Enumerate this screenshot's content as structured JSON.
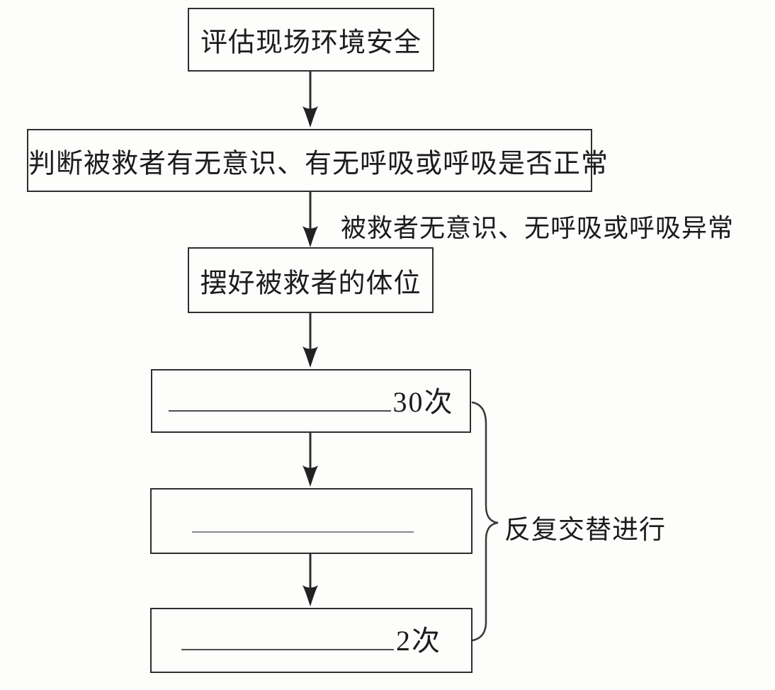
{
  "diagram": {
    "type": "flowchart",
    "language": "zh-CN",
    "nodes": [
      {
        "id": "assess-scene",
        "label": "评估现场环境安全"
      },
      {
        "id": "judge-victim",
        "label": "判断被救者有无意识、有无呼吸或呼吸是否正常"
      },
      {
        "id": "position-victim",
        "label": "摆好被救者的体位"
      },
      {
        "id": "step-blank-30",
        "label": "",
        "blank": true,
        "count": "30次"
      },
      {
        "id": "step-blank-mid",
        "label": "",
        "blank": true,
        "count": ""
      },
      {
        "id": "step-blank-2",
        "label": "",
        "blank": true,
        "count": "2次"
      }
    ],
    "edges": [
      {
        "from": "assess-scene",
        "to": "judge-victim",
        "label": ""
      },
      {
        "from": "judge-victim",
        "to": "position-victim",
        "label": "被救者无意识、无呼吸或呼吸异常"
      },
      {
        "from": "position-victim",
        "to": "step-blank-30",
        "label": ""
      },
      {
        "from": "step-blank-30",
        "to": "step-blank-mid",
        "label": ""
      },
      {
        "from": "step-blank-mid",
        "to": "step-blank-2",
        "label": ""
      }
    ],
    "branch_label": "被救者无意识、无呼吸或呼吸异常",
    "brace": {
      "label": "反复交替进行",
      "spans_nodes": [
        "step-blank-30",
        "step-blank-mid",
        "step-blank-2"
      ]
    }
  },
  "colors": {
    "background": "#fdfdfc",
    "line": "#2e2e2e",
    "text": "#1c1c1c",
    "blank_underline": "#4d4d4d"
  }
}
